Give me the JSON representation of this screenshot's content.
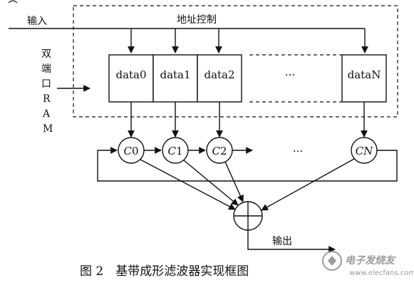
{
  "labels": {
    "input": "输入",
    "address_control": "地址控制",
    "ram": [
      "双",
      "端",
      "口",
      "R",
      "A",
      "M"
    ],
    "output": "输出",
    "ellipsis": "···"
  },
  "registers": [
    "data0",
    "data1",
    "data2",
    "dataN"
  ],
  "coefficients": [
    {
      "base": "C",
      "sub": "0"
    },
    {
      "base": "C",
      "sub": "1"
    },
    {
      "base": "C",
      "sub": "2"
    },
    {
      "base": "C",
      "sub": "N"
    }
  ],
  "caption": "图 2　基带成形滤波器实现框图",
  "watermark": {
    "cn": "电子发烧友",
    "url": "www.elecfans.com"
  }
}
